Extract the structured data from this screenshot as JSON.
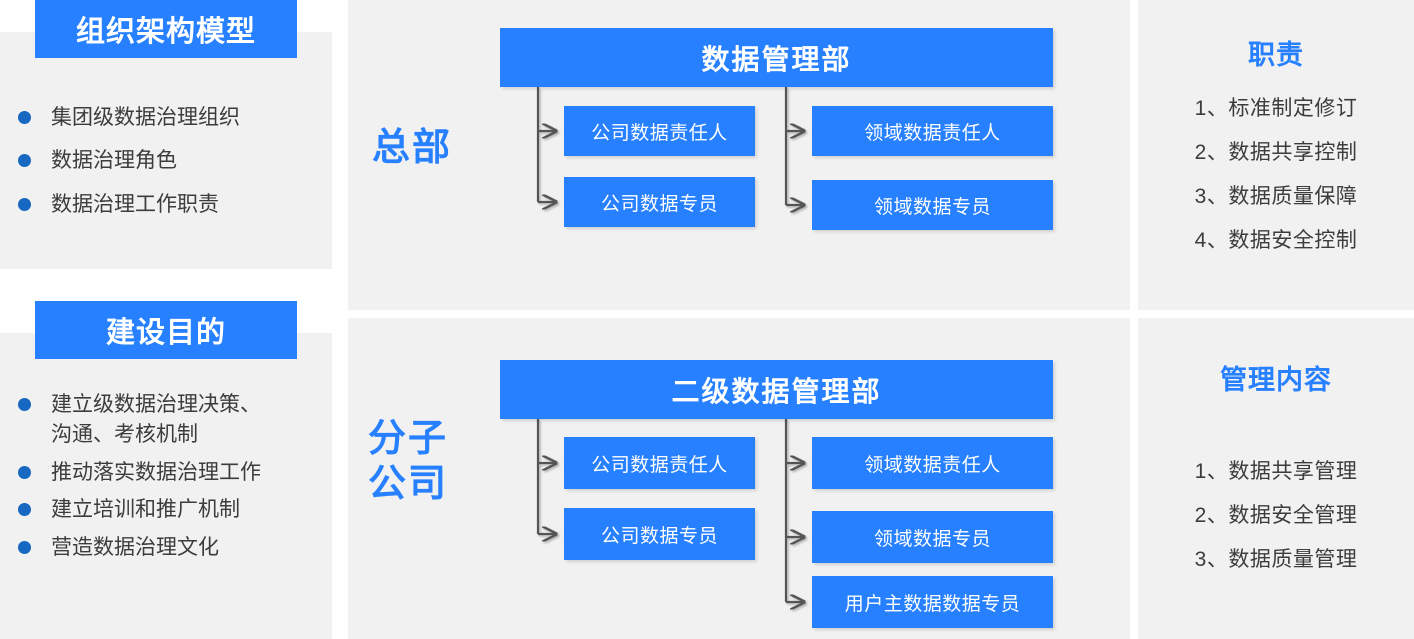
{
  "colors": {
    "accent_blue": "#2680ff",
    "panel_gray": "#f1f1f1",
    "bullet_blue": "#1668c1",
    "body_text": "#3c3c3c",
    "white": "#ffffff"
  },
  "left_column": {
    "panels": [
      {
        "title": "组织架构模型",
        "items": [
          "集团级数据治理组织",
          "数据治理角色",
          "数据治理工作职责"
        ]
      },
      {
        "title": "建设目的",
        "items": [
          "建立级数据治理决策、\n沟通、考核机制",
          "推动落实数据治理工作",
          "建立培训和推广机制",
          "营造数据治理文化"
        ]
      }
    ]
  },
  "center_column": {
    "sections": [
      {
        "side_label": "总部",
        "header": "数据管理部",
        "left_branch": [
          "公司数据责任人",
          "公司数据专员"
        ],
        "right_branch": [
          "领域数据责任人",
          "领域数据专员"
        ]
      },
      {
        "side_label": "分子\n公司",
        "header": "二级数据管理部",
        "left_branch": [
          "公司数据责任人",
          "公司数据专员"
        ],
        "right_branch": [
          "领域数据责任人",
          "领域数据专员",
          "用户主数据数据专员"
        ]
      }
    ]
  },
  "right_column": {
    "panels": [
      {
        "title": "职责",
        "items": [
          "1、标准制定修订",
          "2、数据共享控制",
          "3、数据质量保障",
          "4、数据安全控制"
        ]
      },
      {
        "title": "管理内容",
        "items": [
          "1、数据共享管理",
          "2、数据安全管理",
          "3、数据质量管理"
        ]
      }
    ]
  }
}
